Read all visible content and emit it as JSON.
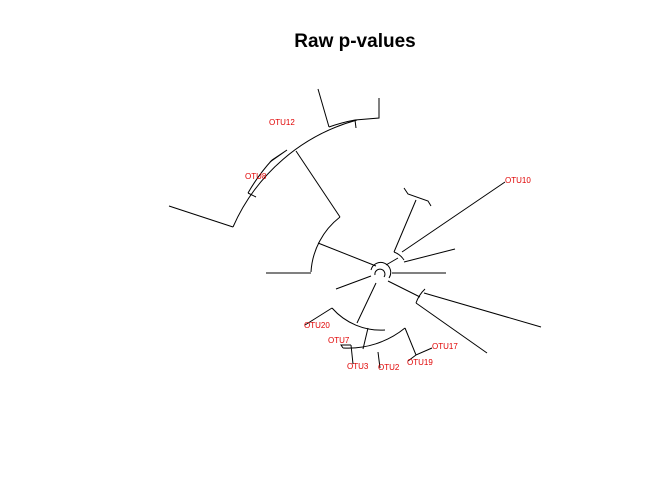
{
  "title": "Raw p-values",
  "colors": {
    "edge": "#000000",
    "highlight_label": "#e00000",
    "background": "#ffffff"
  },
  "tree": {
    "layout": "fan",
    "highlighted_tips": [
      "OTU12",
      "OTU8",
      "OTU10",
      "OTU20",
      "OTU7",
      "OTU3",
      "OTU2",
      "OTU19",
      "OTU17"
    ]
  }
}
